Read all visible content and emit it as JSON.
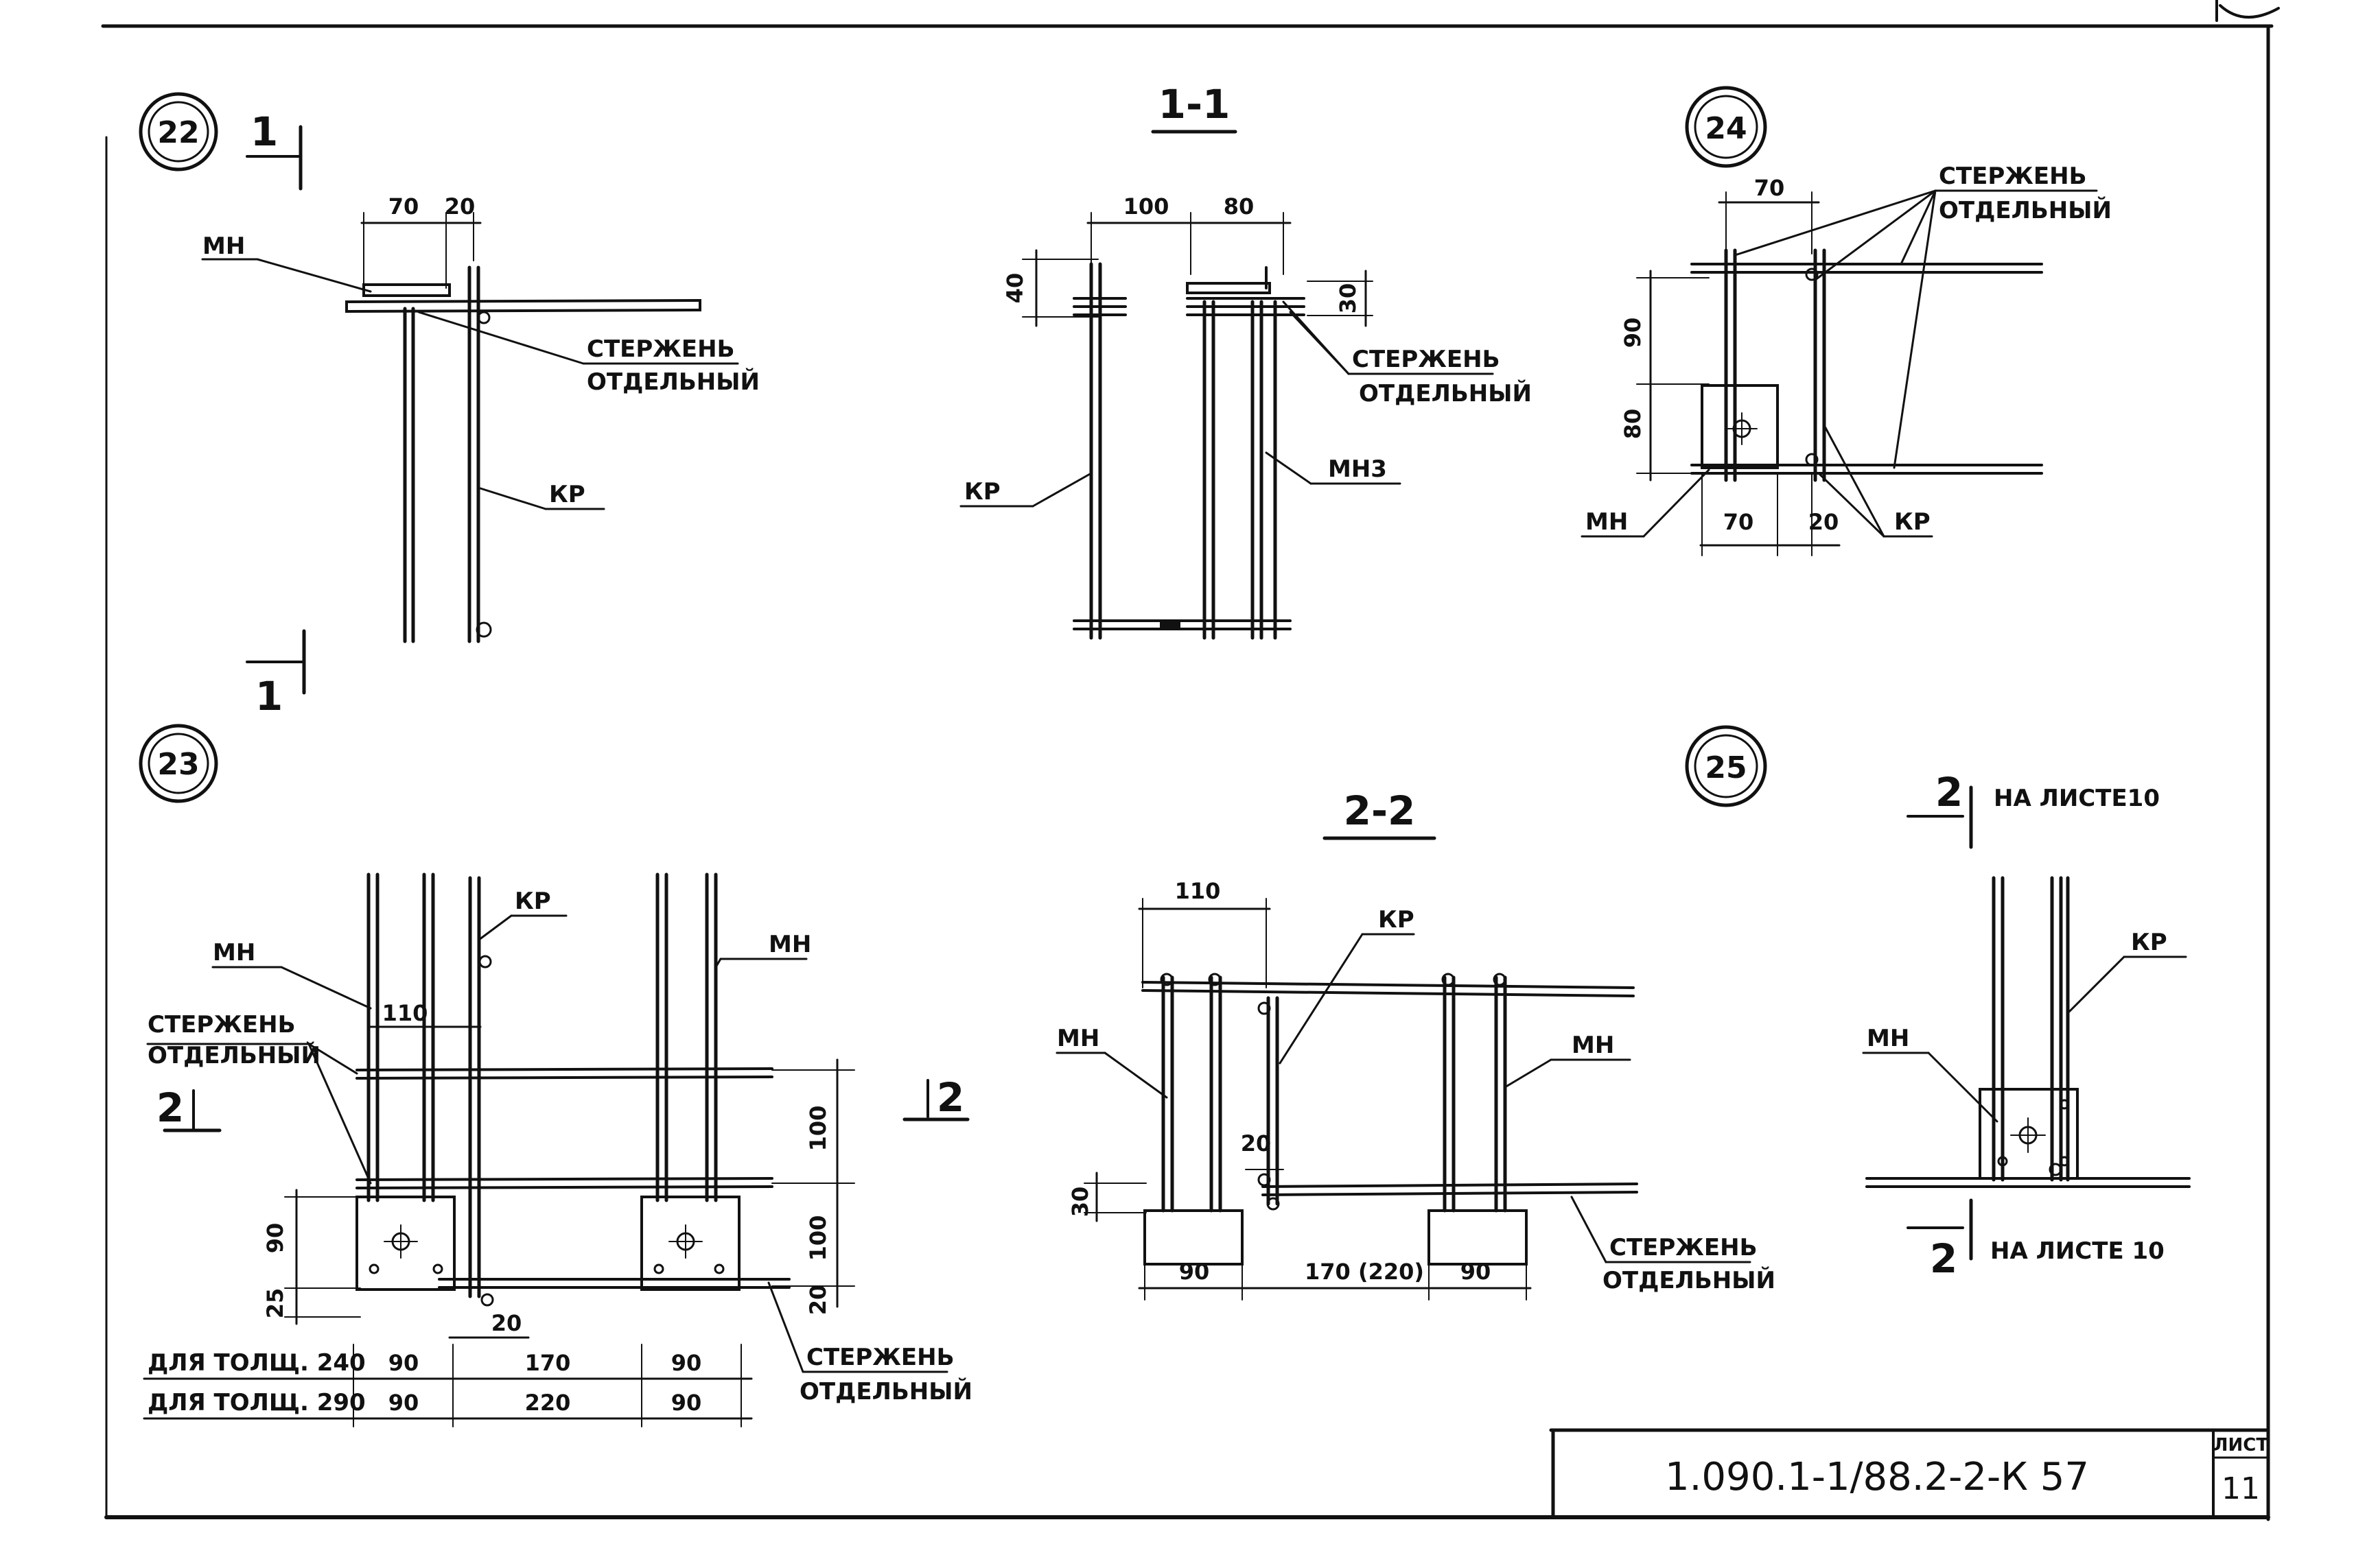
{
  "node_numbers": {
    "n22": "22",
    "n23": "23",
    "n24": "24",
    "n25": "25"
  },
  "sections": {
    "s11": "1-1",
    "s22": "2-2"
  },
  "cut_marks": {
    "one": "1",
    "two": "2"
  },
  "labels": {
    "mn": "МН",
    "mn3": "МН3",
    "kr": "КР",
    "rod_line1": "СТЕРЖЕНЬ",
    "rod_line2": "ОТДЕЛЬНЫЙ",
    "on_sheet": "НА ЛИСТЕ10",
    "on_sheet_spaced": "НА ЛИСТЕ 10"
  },
  "dimensions": {
    "d70": "70",
    "d20": "20",
    "d100": "100",
    "d80": "80",
    "d40": "40",
    "d30": "30",
    "d90": "90",
    "d110": "110",
    "d25": "25",
    "d170": "170",
    "d220": "220",
    "d170_220": "170 (220)"
  },
  "thickness_rows": {
    "row240": "ДЛЯ ТОЛЩ. 240",
    "row290": "ДЛЯ ТОЛЩ. 290"
  },
  "title_block": {
    "code": "1.090.1-1/88.2-2-К 57",
    "sheet_label": "ЛИСТ",
    "sheet_number": "11"
  }
}
